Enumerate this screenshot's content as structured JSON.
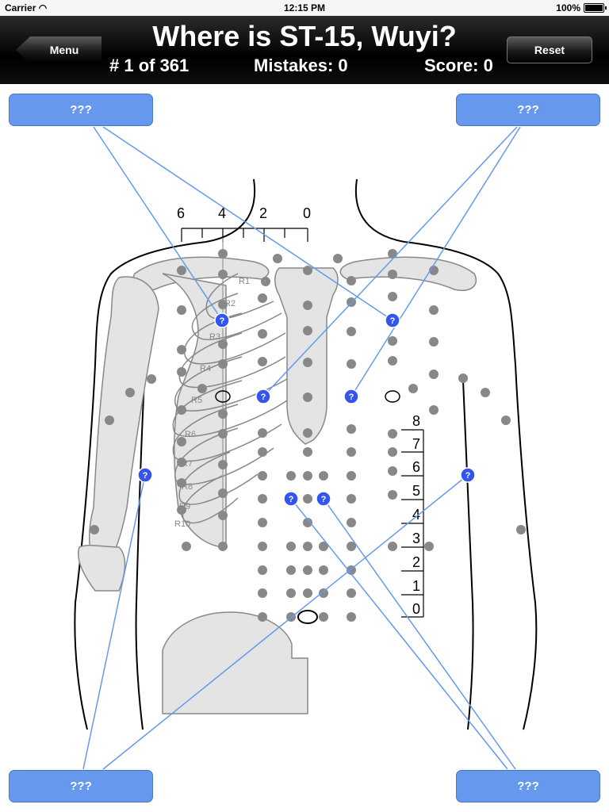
{
  "status": {
    "carrier": "Carrier",
    "time": "12:15 PM",
    "battery": "100%"
  },
  "header": {
    "title": "Where is ST-15, Wuyi?",
    "progress": "# 1 of 361",
    "mistakes": "Mistakes: 0",
    "score": "Score: 0",
    "menu_label": "Menu",
    "reset_label": "Reset"
  },
  "answers": {
    "top_left": "???",
    "top_right": "???",
    "bottom_left": "???",
    "bottom_right": "???"
  },
  "scale": {
    "horizontal": [
      "6",
      "4",
      "2",
      "0"
    ],
    "vertical": [
      "8",
      "7",
      "6",
      "5",
      "4",
      "3",
      "2",
      "1",
      "0"
    ]
  },
  "ribs": [
    "R1",
    "R2",
    "R3",
    "R4",
    "R5",
    "R6",
    "R7",
    "R8",
    "R9",
    "R10"
  ],
  "colors": {
    "answer_box": "#6699ee",
    "marker": "#3355ee",
    "point": "#888888",
    "link_line": "#6699ee"
  }
}
